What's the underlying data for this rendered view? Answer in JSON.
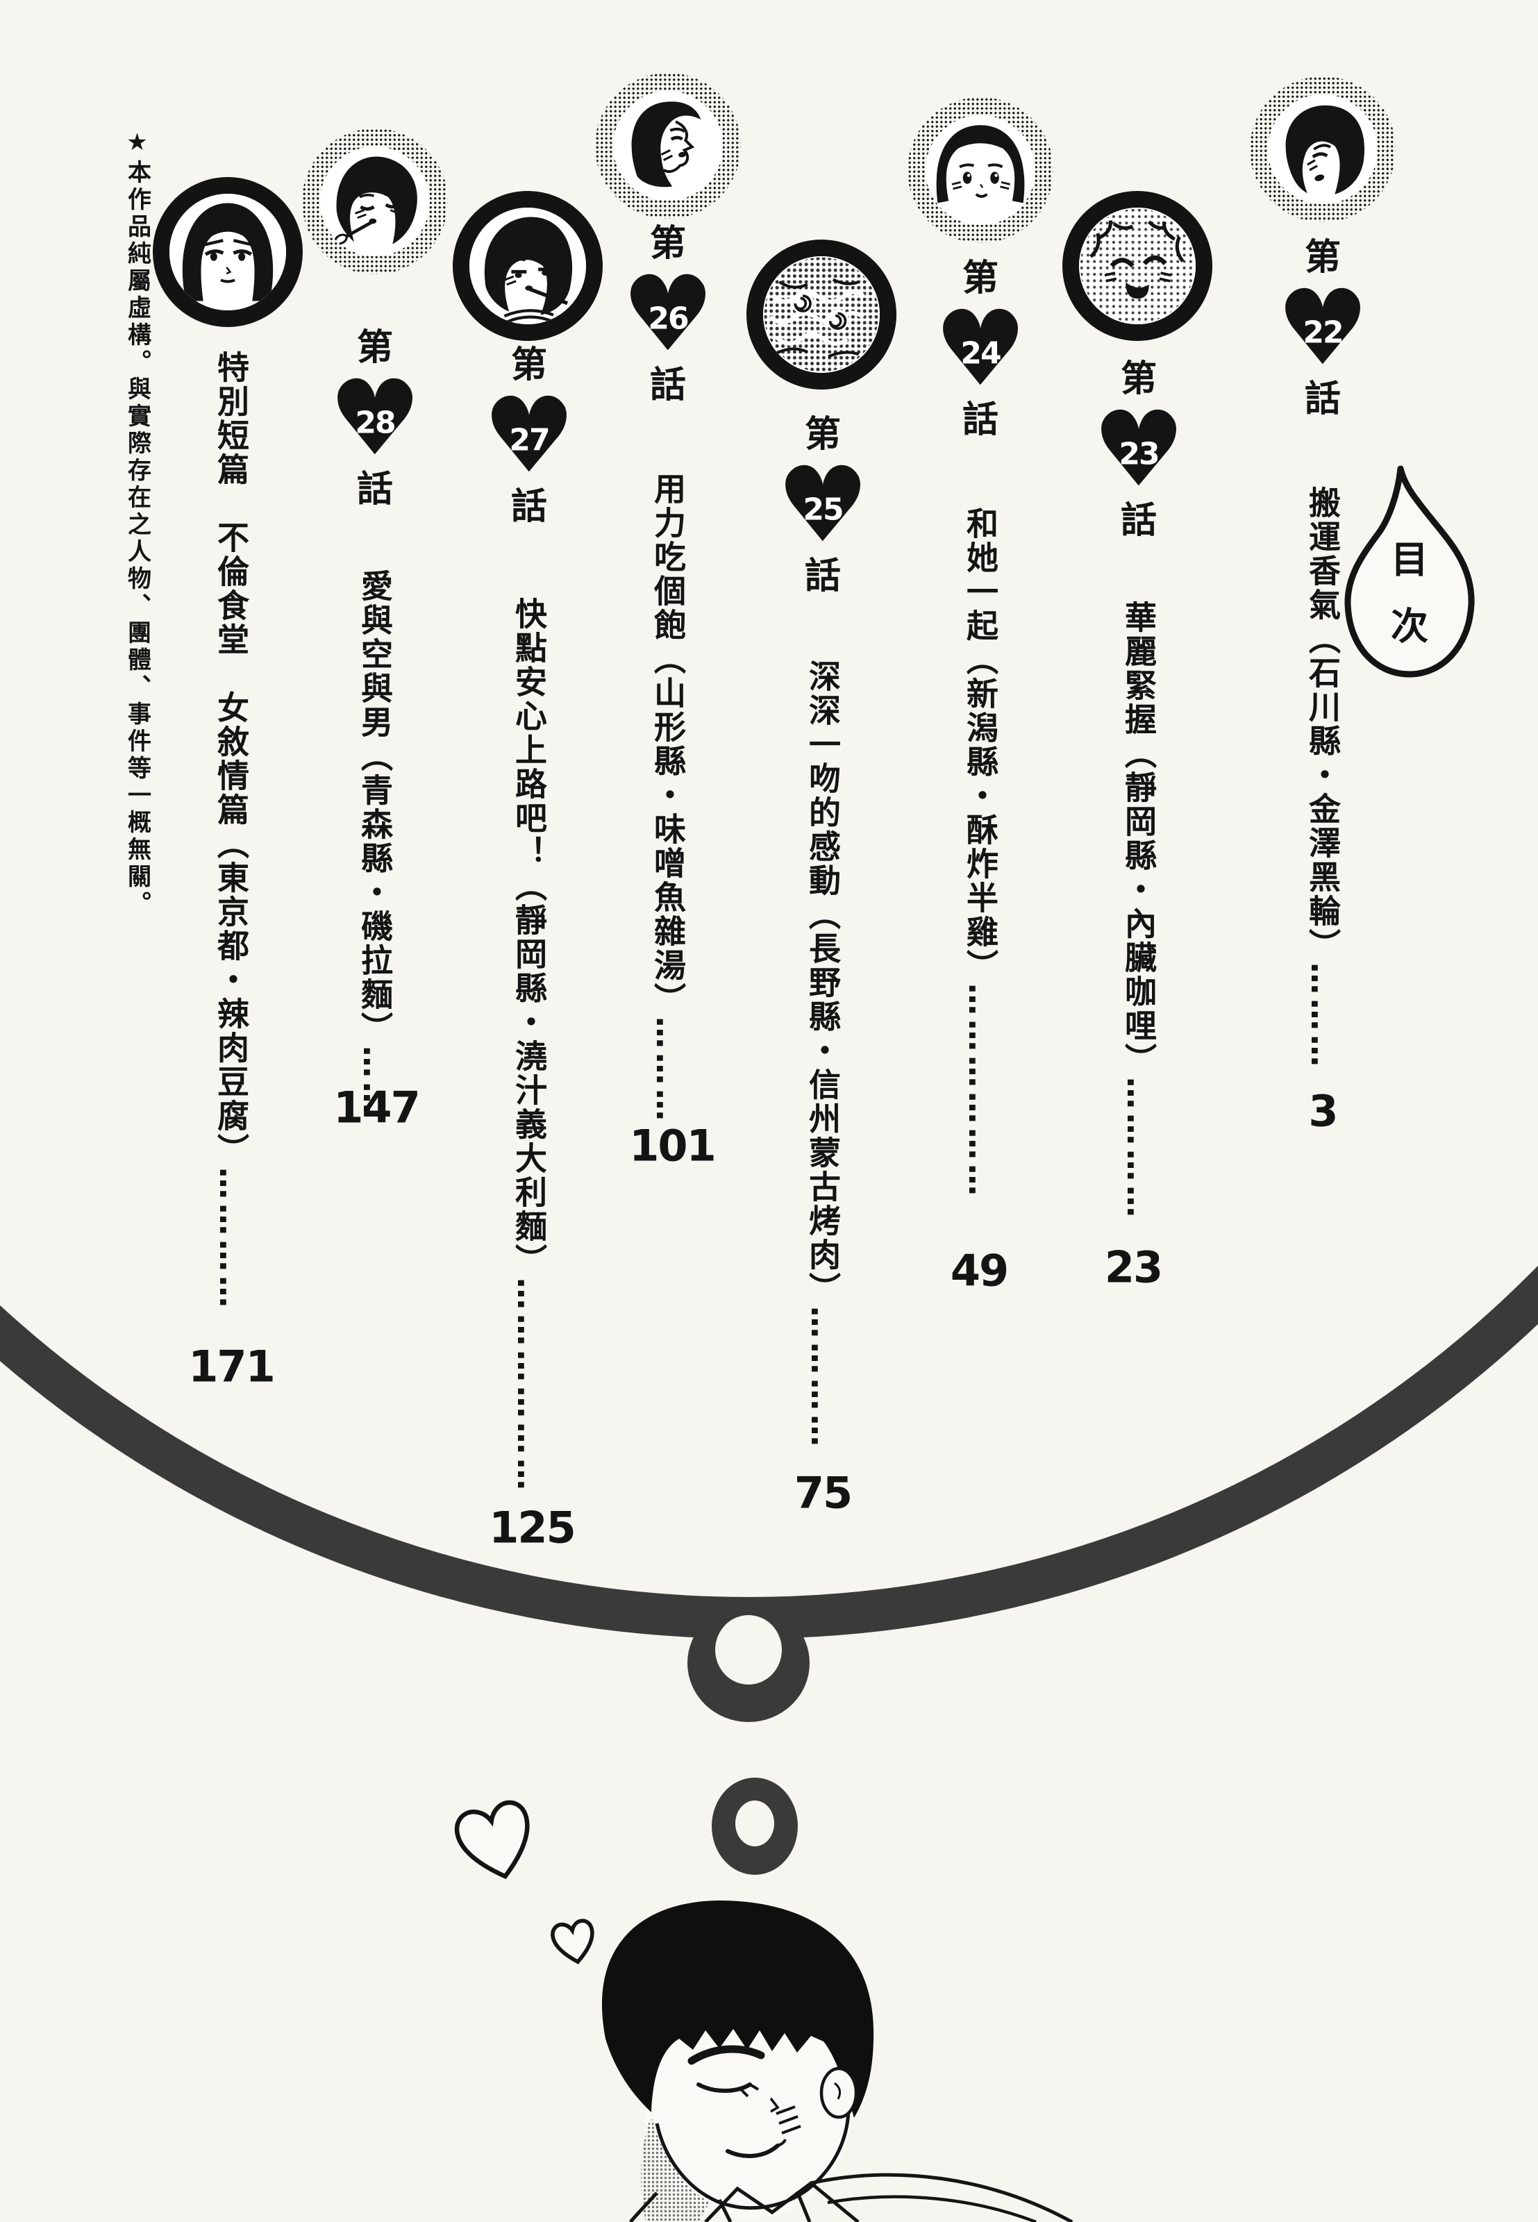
{
  "page": {
    "toc_label": "目次",
    "disclaimer": "★本作品純屬虛構。與實際存在之人物、團體、事件等一概無關。",
    "paper_color": "#f6f5f0",
    "ink_color": "#141414",
    "arc_color": "#3a3a3a"
  },
  "icons": {
    "heart": "♥"
  },
  "chapters": [
    {
      "prefix": "第",
      "number": "22",
      "suffix": "話",
      "title": "搬運香氣（石川縣・金澤黑輪）",
      "leader": "………",
      "page": "3",
      "portrait": "girl-three-quarter-profile"
    },
    {
      "prefix": "第",
      "number": "23",
      "suffix": "話",
      "title": "華麗緊握（靜岡縣・內臟咖哩）",
      "leader": "…………",
      "page": "23",
      "portrait": "laughing-face-screentone"
    },
    {
      "prefix": "第",
      "number": "24",
      "suffix": "話",
      "title": "和她一起（新潟縣・酥炸半雞）",
      "leader": "………………",
      "page": "49",
      "portrait": "girl-front-bangs"
    },
    {
      "prefix": "第",
      "number": "25",
      "suffix": "話",
      "title": "深深一吻的感動（長野縣・信州蒙古烤肉）",
      "leader": "…………",
      "page": "75",
      "portrait": "food-dish-swirl"
    },
    {
      "prefix": "第",
      "number": "26",
      "suffix": "話",
      "title": "用力吃個飽（山形縣・味噌魚雜湯）",
      "leader": "………",
      "page": "101",
      "portrait": "girl-side-profile"
    },
    {
      "prefix": "第",
      "number": "27",
      "suffix": "話",
      "title": "快點安心上路吧！（靜岡縣・澆汁義大利麵）",
      "leader": "………………",
      "page": "125",
      "portrait": "girl-pocky-in-mouth"
    },
    {
      "prefix": "第",
      "number": "28",
      "suffix": "話",
      "title": "愛與空與男（青森縣・磯拉麵）",
      "leader": "……",
      "page": "147",
      "portrait": "girl-spoon-in-mouth"
    }
  ],
  "special": {
    "text": "特別短篇　不倫食堂　女敘情篇（東京都・辣肉豆腐）",
    "leader": "…………",
    "page": "171",
    "portrait": "woman-long-hair"
  }
}
